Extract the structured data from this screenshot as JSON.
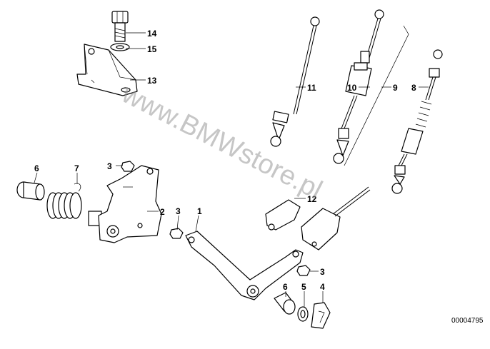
{
  "callouts": {
    "c1": "1",
    "c2": "2",
    "c3a": "3",
    "c3b": "3",
    "c3c": "3",
    "c4": "4",
    "c5": "5",
    "c6a": "6",
    "c6b": "6",
    "c7": "7",
    "c8": "8",
    "c9": "9",
    "c10": "10",
    "c11": "11",
    "c12": "12",
    "c13": "13",
    "c14": "14",
    "c15": "15"
  },
  "watermark": "www.BMWstore.pl",
  "diagram_ref": "00004795",
  "colors": {
    "ink": "#000000",
    "paper": "#ffffff",
    "watermark": "#999999"
  }
}
